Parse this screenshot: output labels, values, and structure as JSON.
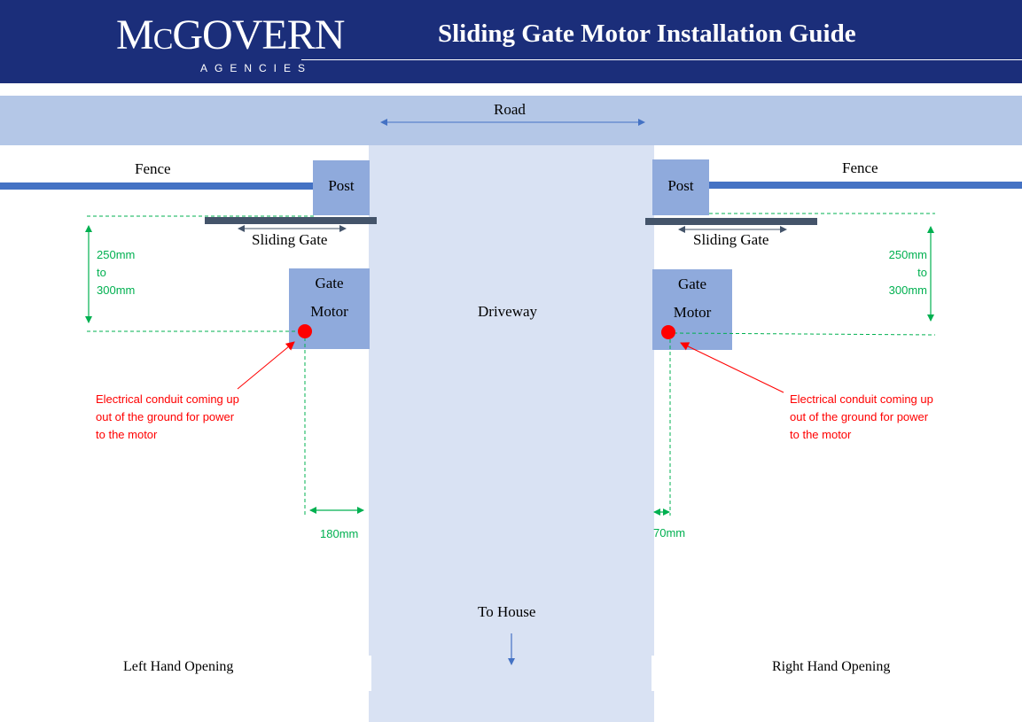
{
  "header": {
    "logo_first": "M",
    "logo_small": "C",
    "logo_rest": "GOVERN",
    "logo_sub": "AGENCIES",
    "title": "Sliding Gate Motor Installation Guide"
  },
  "diagram": {
    "road": "Road",
    "driveway": "Driveway",
    "to_house": "To House",
    "left": {
      "fence": "Fence",
      "post": "Post",
      "sliding_gate": "Sliding Gate",
      "gate_motor_line1": "Gate",
      "gate_motor_line2": "Motor",
      "height_line1": "250mm",
      "height_line2": "to",
      "height_line3": "300mm",
      "conduit_note": "Electrical conduit coming up out of the ground for power to the motor",
      "offset": "180mm",
      "caption": "Left Hand Opening"
    },
    "right": {
      "fence": "Fence",
      "post": "Post",
      "sliding_gate": "Sliding Gate",
      "gate_motor_line1": "Gate",
      "gate_motor_line2": "Motor",
      "height_line1": "250mm",
      "height_line2": "to",
      "height_line3": "300mm",
      "conduit_note": "Electrical conduit coming up out of the ground for power to the motor",
      "offset": "70mm",
      "caption": "Right Hand Opening"
    }
  },
  "colors": {
    "header_bg": "#1b2e7a",
    "road": "#b4c7e7",
    "driveway": "#d9e2f3",
    "fence": "#4472c4",
    "post_motor": "#8faadc",
    "gate": "#44546a",
    "dimension": "#00b050",
    "conduit": "#ff0000"
  }
}
